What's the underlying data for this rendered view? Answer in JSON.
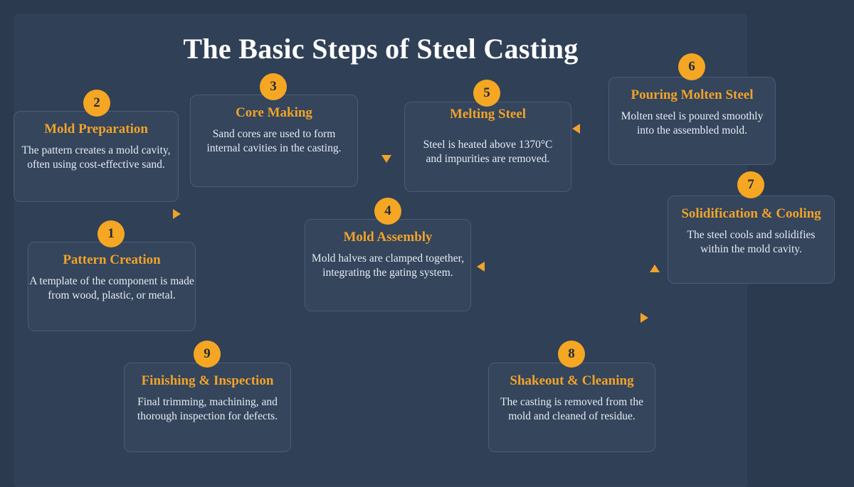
{
  "page": {
    "title": "The Basic Steps of Steel Casting",
    "background_color": "#2b3a4e",
    "panel_color": "#304056",
    "accent_color": "#f0a32a",
    "badge_color": "#f5a623",
    "card_color": "#34455c",
    "card_border_color": "#4a5d78",
    "title_color": "#fdfdfd",
    "body_text_color": "#e6ecf2"
  },
  "steps": [
    {
      "number": "1",
      "title": "Pattern Creation",
      "description_lines": [
        "A template of the component is made",
        "from wood, plastic, or metal."
      ]
    },
    {
      "number": "2",
      "title": "Mold Preparation",
      "description_lines": [
        "The pattern creates a mold cavity,",
        "often using cost-effective sand."
      ]
    },
    {
      "number": "3",
      "title": "Core Making",
      "description_lines": [
        "Sand cores are used to form",
        "internal cavities in the casting."
      ]
    },
    {
      "number": "4",
      "title": "Mold Assembly",
      "description_lines": [
        "Mold halves are clamped together,",
        "integrating the gating system."
      ]
    },
    {
      "number": "5",
      "title": "Melting Steel",
      "description_lines": [
        "Steel is heated above 1370°C",
        "and impurities are removed."
      ]
    },
    {
      "number": "6",
      "title": "Pouring Molten Steel",
      "description_lines": [
        "Molten steel is poured smoothly",
        "into the assembled mold."
      ]
    },
    {
      "number": "7",
      "title": "Solidification & Cooling",
      "description_lines": [
        "The steel cools and solidifies",
        "within the mold cavity."
      ]
    },
    {
      "number": "8",
      "title": "Shakeout & Cleaning",
      "description_lines": [
        "The casting is removed from the",
        "mold and cleaned of residue."
      ]
    },
    {
      "number": "9",
      "title": "Finishing & Inspection",
      "description_lines": [
        "Final trimming, machining, and",
        "thorough inspection for defects."
      ]
    }
  ],
  "connectors": [
    {
      "direction": "right",
      "from": "1",
      "to": "2"
    },
    {
      "direction": "down",
      "from": "3",
      "to": "4"
    },
    {
      "direction": "left",
      "from": "5",
      "to": "4"
    },
    {
      "direction": "left",
      "from": "6",
      "to": "5"
    },
    {
      "direction": "up",
      "from": "7",
      "to": "6"
    },
    {
      "direction": "right",
      "from": "7",
      "to": "8"
    }
  ]
}
